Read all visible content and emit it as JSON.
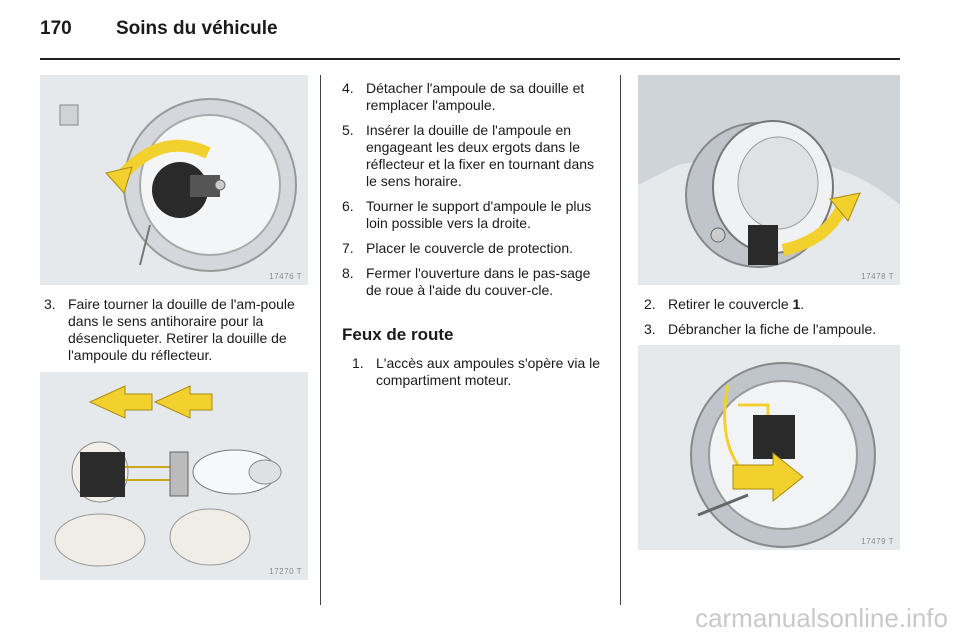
{
  "header": {
    "page_number": "170",
    "title": "Soins du véhicule"
  },
  "illustrations": {
    "fig1_code": "17476 T",
    "fig2_code": "17270 T",
    "fig3_code": "17478 T",
    "fig4_code": "17479 T"
  },
  "left_column": {
    "steps": [
      {
        "num": "3.",
        "text": "Faire tourner la douille de l'am-poule dans le sens antihoraire pour la désencliqueter. Retirer la douille de l'ampoule du réflecteur."
      }
    ]
  },
  "middle_column": {
    "steps": [
      {
        "num": "4.",
        "text": "Détacher l'ampoule de sa douille et remplacer l'ampoule."
      },
      {
        "num": "5.",
        "text": "Insérer la douille de l'ampoule en engageant les deux ergots dans le réflecteur et la fixer en tournant dans le sens horaire."
      },
      {
        "num": "6.",
        "text": "Tourner le support d'ampoule le plus loin possible vers la droite."
      },
      {
        "num": "7.",
        "text": "Placer le couvercle de protection."
      },
      {
        "num": "8.",
        "text": "Fermer l'ouverture dans le pas-sage de roue à l'aide du couver-cle."
      }
    ],
    "section_heading": "Feux de route",
    "section_steps": [
      {
        "num": "1.",
        "text": "L'accès aux ampoules s'opère via le compartiment moteur."
      }
    ]
  },
  "right_column": {
    "step2": {
      "num": "2.",
      "text_before": "Retirer le couvercle ",
      "bold": "1",
      "text_after": "."
    },
    "step3": {
      "num": "3.",
      "text": "Débrancher la fiche de l'ampoule."
    }
  },
  "footer": {
    "watermark": "carmanualsonline.info"
  },
  "colors": {
    "arrow_yellow": "#f2d12e",
    "illustration_bg": "#e3e6e8",
    "rule": "#222222"
  }
}
